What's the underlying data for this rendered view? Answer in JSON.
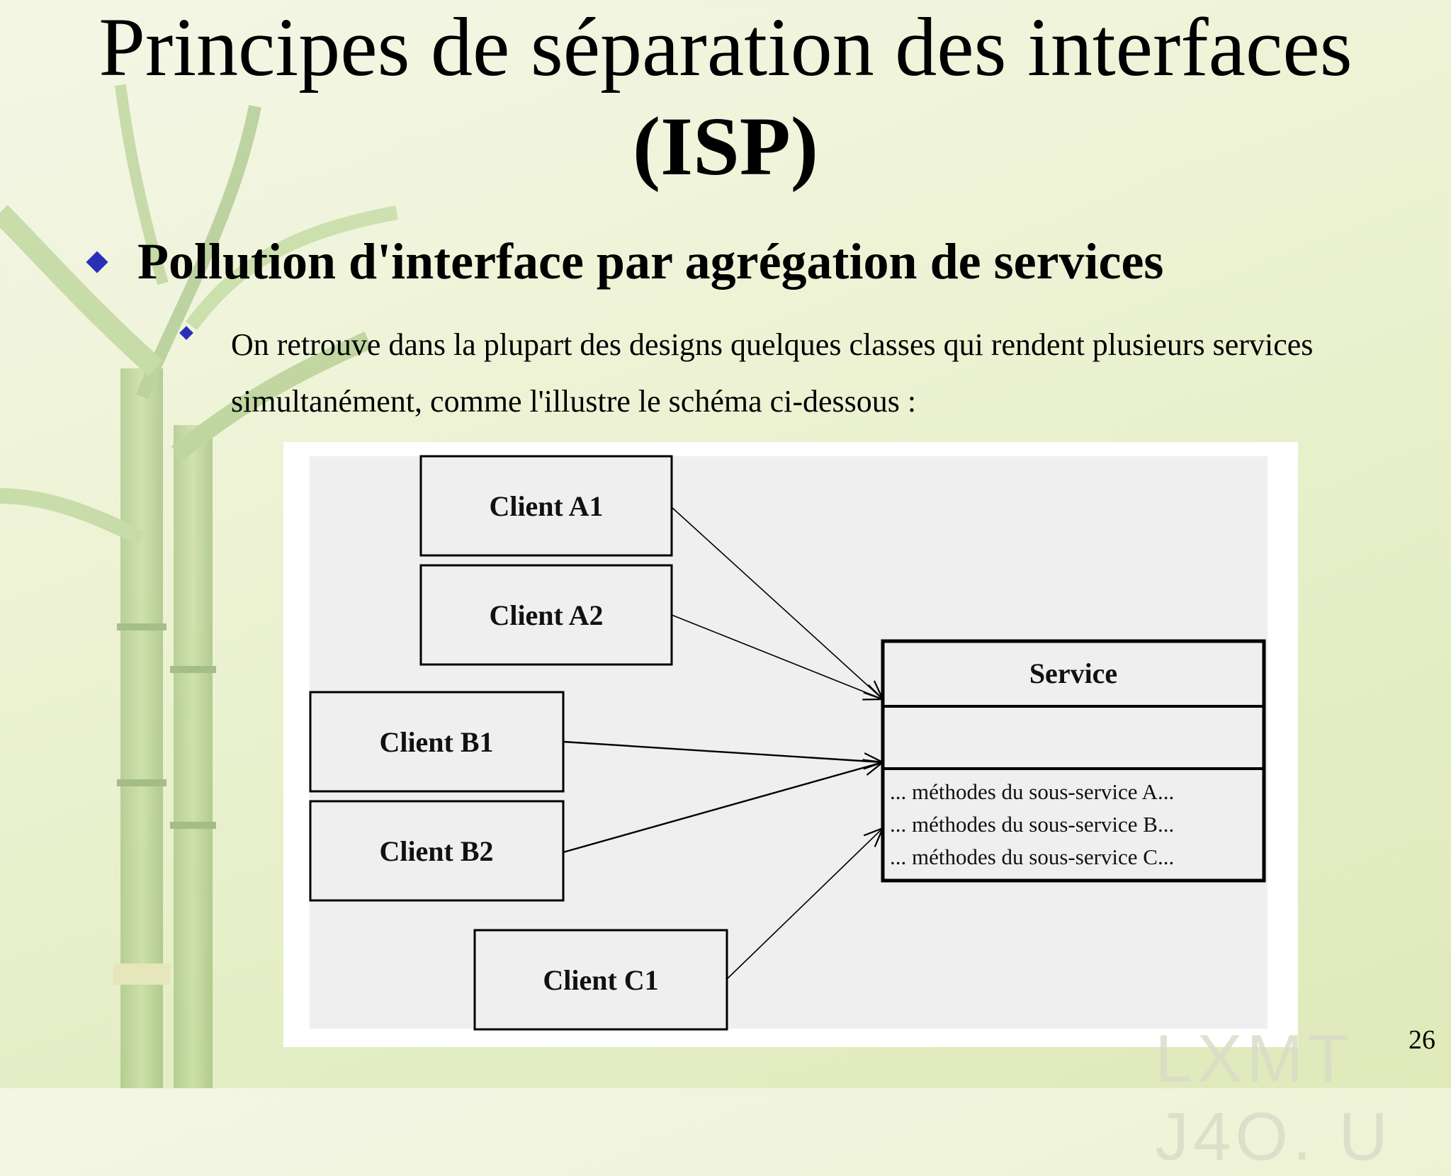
{
  "slide": {
    "title_line1": "Principes de séparation des interfaces",
    "title_line2": "(ISP)",
    "bullet_level1": "Pollution d'interface par agrégation de services",
    "bullet_level2": "On retrouve dans la plupart des designs quelques classes qui rendent plusieurs services simultanément, comme l'illustre le schéma ci-dessous :",
    "page_number": "26",
    "watermark": "LXMT J4O. U"
  },
  "diagram": {
    "clients": [
      {
        "id": "A1",
        "label": "Client A1"
      },
      {
        "id": "A2",
        "label": "Client A2"
      },
      {
        "id": "B1",
        "label": "Client B1"
      },
      {
        "id": "B2",
        "label": "Client B2"
      },
      {
        "id": "C1",
        "label": "Client C1"
      }
    ],
    "service": {
      "name": "Service",
      "attributes": "",
      "methods": [
        "... méthodes du sous-service A...",
        "... méthodes du sous-service B...",
        "... méthodes du sous-service C..."
      ]
    },
    "edges": [
      {
        "from": "A1",
        "to": "Service"
      },
      {
        "from": "A2",
        "to": "Service"
      },
      {
        "from": "B1",
        "to": "Service"
      },
      {
        "from": "B2",
        "to": "Service"
      },
      {
        "from": "C1",
        "to": "Service"
      }
    ]
  },
  "colors": {
    "bullet": "#2b2fb8",
    "diagram_bg": "#f0efef",
    "box_border": "#000000"
  }
}
